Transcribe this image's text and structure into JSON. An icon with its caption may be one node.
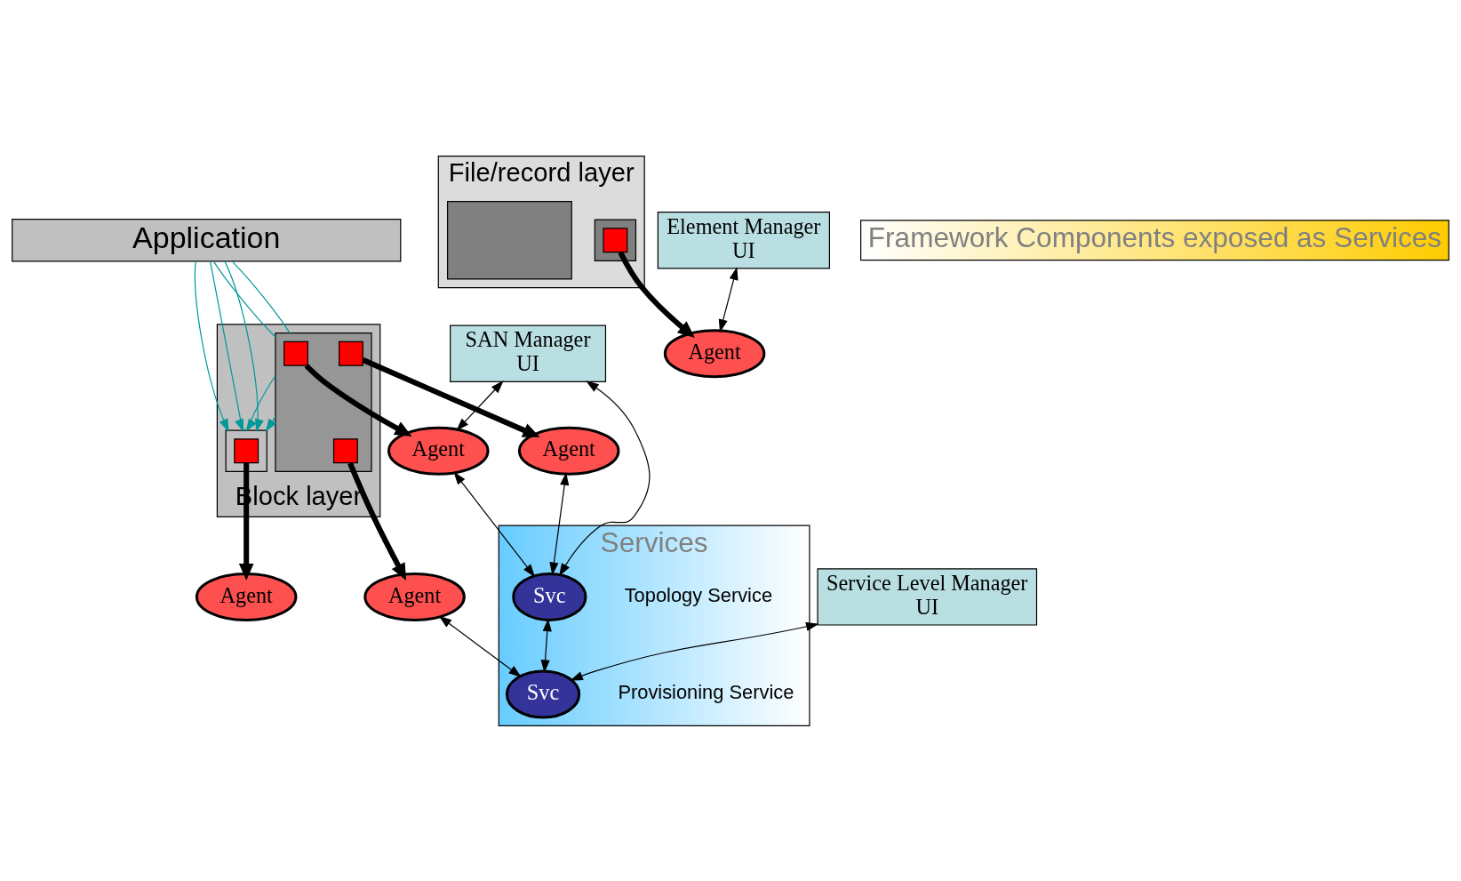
{
  "diagram": {
    "nodes": [
      {
        "text": [
          "Application"
        ]
      },
      {
        "text": [
          "File/record layer"
        ]
      },
      {
        "text": [],
        "shape": "box",
        "in": 1
      },
      {
        "text": [],
        "shape": "box",
        "in": 1
      },
      {
        "text": [],
        "shape": "box",
        "in": 3
      },
      {
        "text": [
          "Block layer"
        ]
      },
      {
        "text": [],
        "shape": "box",
        "in": 5
      },
      {
        "text": [],
        "shape": "box",
        "in": 6
      },
      {
        "text": [],
        "shape": "box",
        "in": 6
      },
      {
        "text": [],
        "shape": "box",
        "in": 6
      },
      {
        "text": [],
        "shape": "box",
        "in": 5
      },
      {
        "text": [],
        "shape": "box",
        "in": 10
      },
      {
        "text": [
          "Agent"
        ]
      },
      {
        "text": [
          "Agent"
        ]
      },
      {
        "text": [
          "Agent"
        ]
      },
      {
        "text": [
          "Agent"
        ]
      },
      {
        "text": [
          "Agent"
        ]
      },
      {
        "text": [
          "Element Manager",
          "UI"
        ]
      },
      {
        "text": [
          "SAN Manager",
          "UI"
        ]
      },
      {
        "text": [
          "Service Level Manager",
          "UI"
        ]
      },
      {
        "text": [
          "Services"
        ]
      },
      {
        "text": [
          "Svc"
        ],
        "beside": [
          "Topology Service"
        ],
        "in": 20
      },
      {
        "text": [
          "Svc"
        ],
        "beside": [
          "Provisioning Service"
        ],
        "in": 20
      },
      {
        "text": [
          "Framework Components exposed as Services"
        ]
      }
    ],
    "edges": [
      {
        "from": 0,
        "to": 10,
        "arrow": "to",
        "color": "#009999"
      },
      {
        "from": 0,
        "to": 6,
        "arrow": "none",
        "color": "#009999"
      },
      {
        "from": 6,
        "to": 10,
        "arrow": "to",
        "color": "#009999"
      },
      {
        "from": 0,
        "to": 6,
        "arrow": "none",
        "color": "#009999"
      },
      {
        "from": 6,
        "to": 10,
        "arrow": "to",
        "color": "#009999"
      },
      {
        "from": 0,
        "to": 10,
        "arrow": "to",
        "color": "#009999"
      },
      {
        "from": 0,
        "to": 10,
        "arrow": "to",
        "color": "#009999"
      },
      {
        "from": 4,
        "to": 12,
        "arrow": "to",
        "style": "thick"
      },
      {
        "from": 7,
        "to": 13,
        "arrow": "to",
        "style": "thick"
      },
      {
        "from": 8,
        "to": 14,
        "arrow": "to",
        "style": "thick"
      },
      {
        "from": 9,
        "to": 15,
        "arrow": "to",
        "style": "thick"
      },
      {
        "from": 11,
        "to": 16,
        "arrow": "to",
        "style": "thick"
      },
      {
        "from": 17,
        "to": 12,
        "arrow": "both"
      },
      {
        "from": 18,
        "to": 13,
        "arrow": "both"
      },
      {
        "from": 18,
        "to": 21,
        "arrow": "both"
      },
      {
        "from": 19,
        "to": 22,
        "arrow": "both"
      },
      {
        "from": 13,
        "to": 21,
        "arrow": "both"
      },
      {
        "from": 14,
        "to": 21,
        "arrow": "both"
      },
      {
        "from": 21,
        "to": 22,
        "arrow": "both"
      },
      {
        "from": 15,
        "to": 22,
        "arrow": "both"
      }
    ]
  }
}
